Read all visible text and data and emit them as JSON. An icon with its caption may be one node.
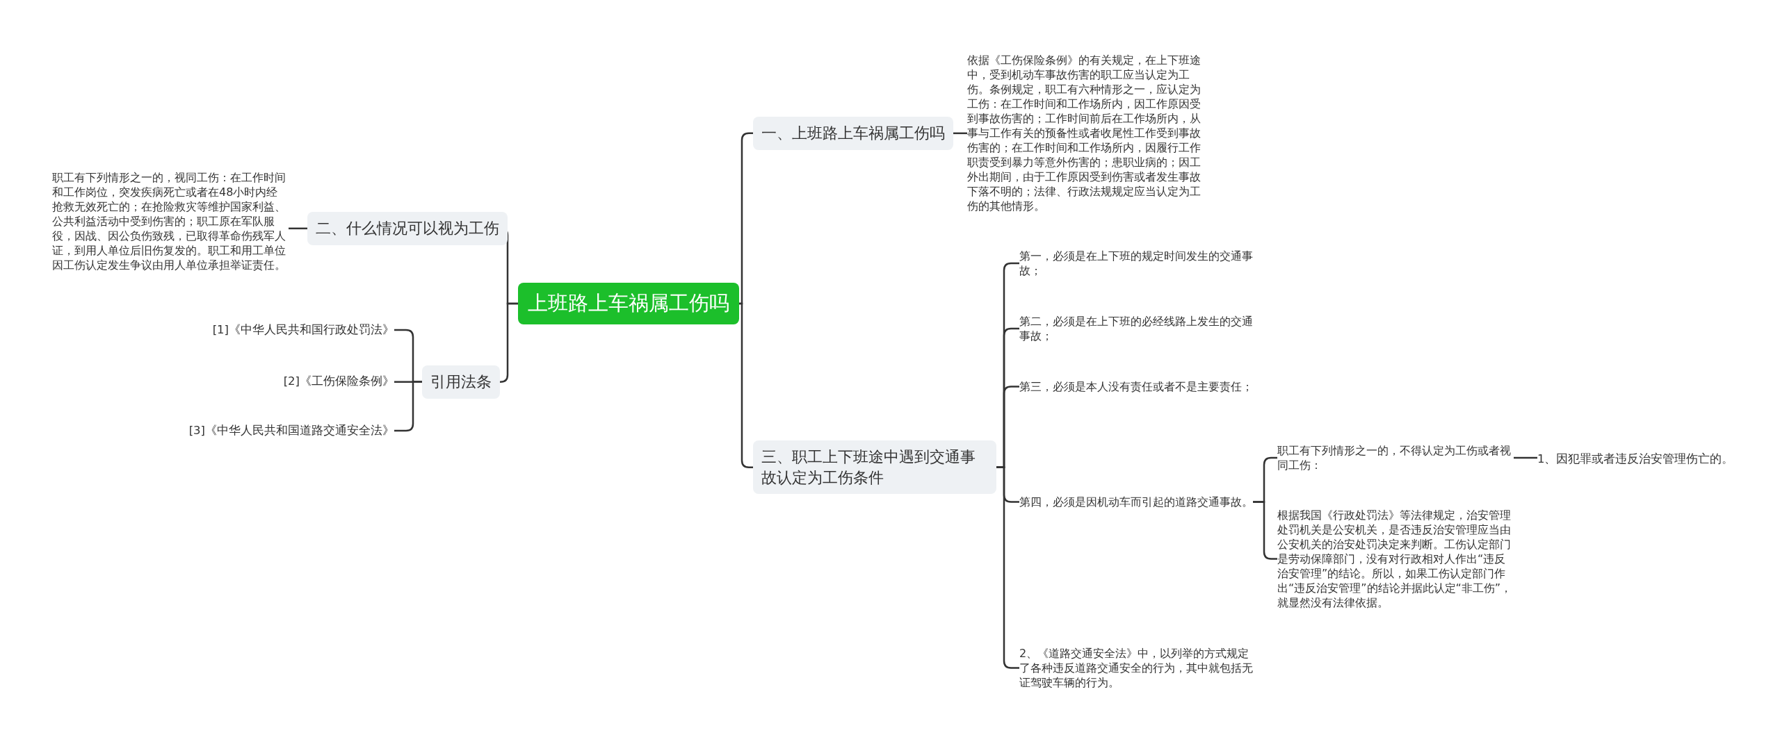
{
  "diagram": {
    "nodes": [
      {
        "text": [
          "上班路上车祸属工伤吗"
        ]
      },
      {
        "text": [
          "一、上班路上车祸属工伤吗"
        ]
      },
      {
        "text": [
          "依据《工伤保险条例》的有关规定，在上下班途中，受到机动车事故伤害的职工应当认定为工伤。条例规定，职工有六种情形之一，应认定为工伤：在工作时间和工作场所内，因工作原因受到事故伤害的；工作时间前后在工作场所内，从事与工作有关的预备性或者收尾性工作受到事故伤害的；在工作时间和工作场所内，因履行工作职责受到暴力等意外伤害的；患职业病的；因工外出期间，由于工作原因受到伤害或者发生事故下落不明的；法律、行政法规规定应当认定为工伤的其他情形。"
        ]
      },
      {
        "text": [
          "二、什么情况可以视为工伤"
        ]
      },
      {
        "text": [
          "职工有下列情形之一的，视同工伤：在工作时间和工作岗位，突发疾病死亡或者在48小时内经抢救无效死亡的；在抢险救灾等维护国家利益、公共利益活动中受到伤害的；职工原在军队服役，因战、因公负伤致残，已取得革命伤残军人证，到用人单位后旧伤复发的。职工和用工单位因工伤认定发生争议由用人单位承担举证责任。"
        ]
      },
      {
        "text": [
          "引用法条"
        ]
      },
      {
        "text": [
          "[1]《中华人民共和国行政处罚法》"
        ]
      },
      {
        "text": [
          "[2]《工伤保险条例》"
        ]
      },
      {
        "text": [
          "[3]《中华人民共和国道路交通安全法》"
        ]
      },
      {
        "text": [
          "三、职工上下班途中遇到交通事故认定为工伤条件"
        ]
      },
      {
        "text": [
          "第一，必须是在上下班的规定时间发生的交通事故；"
        ]
      },
      {
        "text": [
          "第二，必须是在上下班的必经线路上发生的交通事故；"
        ]
      },
      {
        "text": [
          "第三，必须是本人没有责任或者不是主要责任；"
        ]
      },
      {
        "text": [
          "第四，必须是因机动车而引起的道路交通事故。"
        ]
      },
      {
        "text": [
          "2、《道路交通安全法》中，以列举的方式规定了各种违反道路交通安全的行为，其中就包括无证驾驶车辆的行为。"
        ]
      },
      {
        "text": [
          "职工有下列情形之一的，不得认定为工伤或者视同工伤："
        ]
      },
      {
        "text": [
          "根据我国《行政处罚法》等法律规定，治安管理处罚机关是公安机关，是否违反治安管理应当由公安机关的治安处罚决定来判断。工伤认定部门是劳动保障部门，没有对行政相对人作出“违反治安管理”的结论。所以，如果工伤认定部门作出“违反治安管理”的结论并据此认定“非工伤”，就显然没有法律依据。"
        ]
      },
      {
        "text": [
          "1、因犯罪或者违反治安管理伤亡的。"
        ]
      }
    ],
    "edges": [
      {
        "from": 0,
        "to": 1,
        "arrow": "none"
      },
      {
        "from": 0,
        "to": 9,
        "arrow": "none"
      },
      {
        "from": 0,
        "to": 3,
        "arrow": "none"
      },
      {
        "from": 0,
        "to": 5,
        "arrow": "none"
      },
      {
        "from": 1,
        "to": 2,
        "arrow": "none"
      },
      {
        "from": 3,
        "to": 4,
        "arrow": "none"
      },
      {
        "from": 5,
        "to": 6,
        "arrow": "none"
      },
      {
        "from": 5,
        "to": 7,
        "arrow": "none"
      },
      {
        "from": 5,
        "to": 8,
        "arrow": "none"
      },
      {
        "from": 9,
        "to": 10,
        "arrow": "none"
      },
      {
        "from": 9,
        "to": 11,
        "arrow": "none"
      },
      {
        "from": 9,
        "to": 12,
        "arrow": "none"
      },
      {
        "from": 9,
        "to": 13,
        "arrow": "none"
      },
      {
        "from": 9,
        "to": 14,
        "arrow": "none"
      },
      {
        "from": 13,
        "to": 15,
        "arrow": "none"
      },
      {
        "from": 13,
        "to": 16,
        "arrow": "none"
      },
      {
        "from": 15,
        "to": 17,
        "arrow": "none"
      }
    ]
  }
}
